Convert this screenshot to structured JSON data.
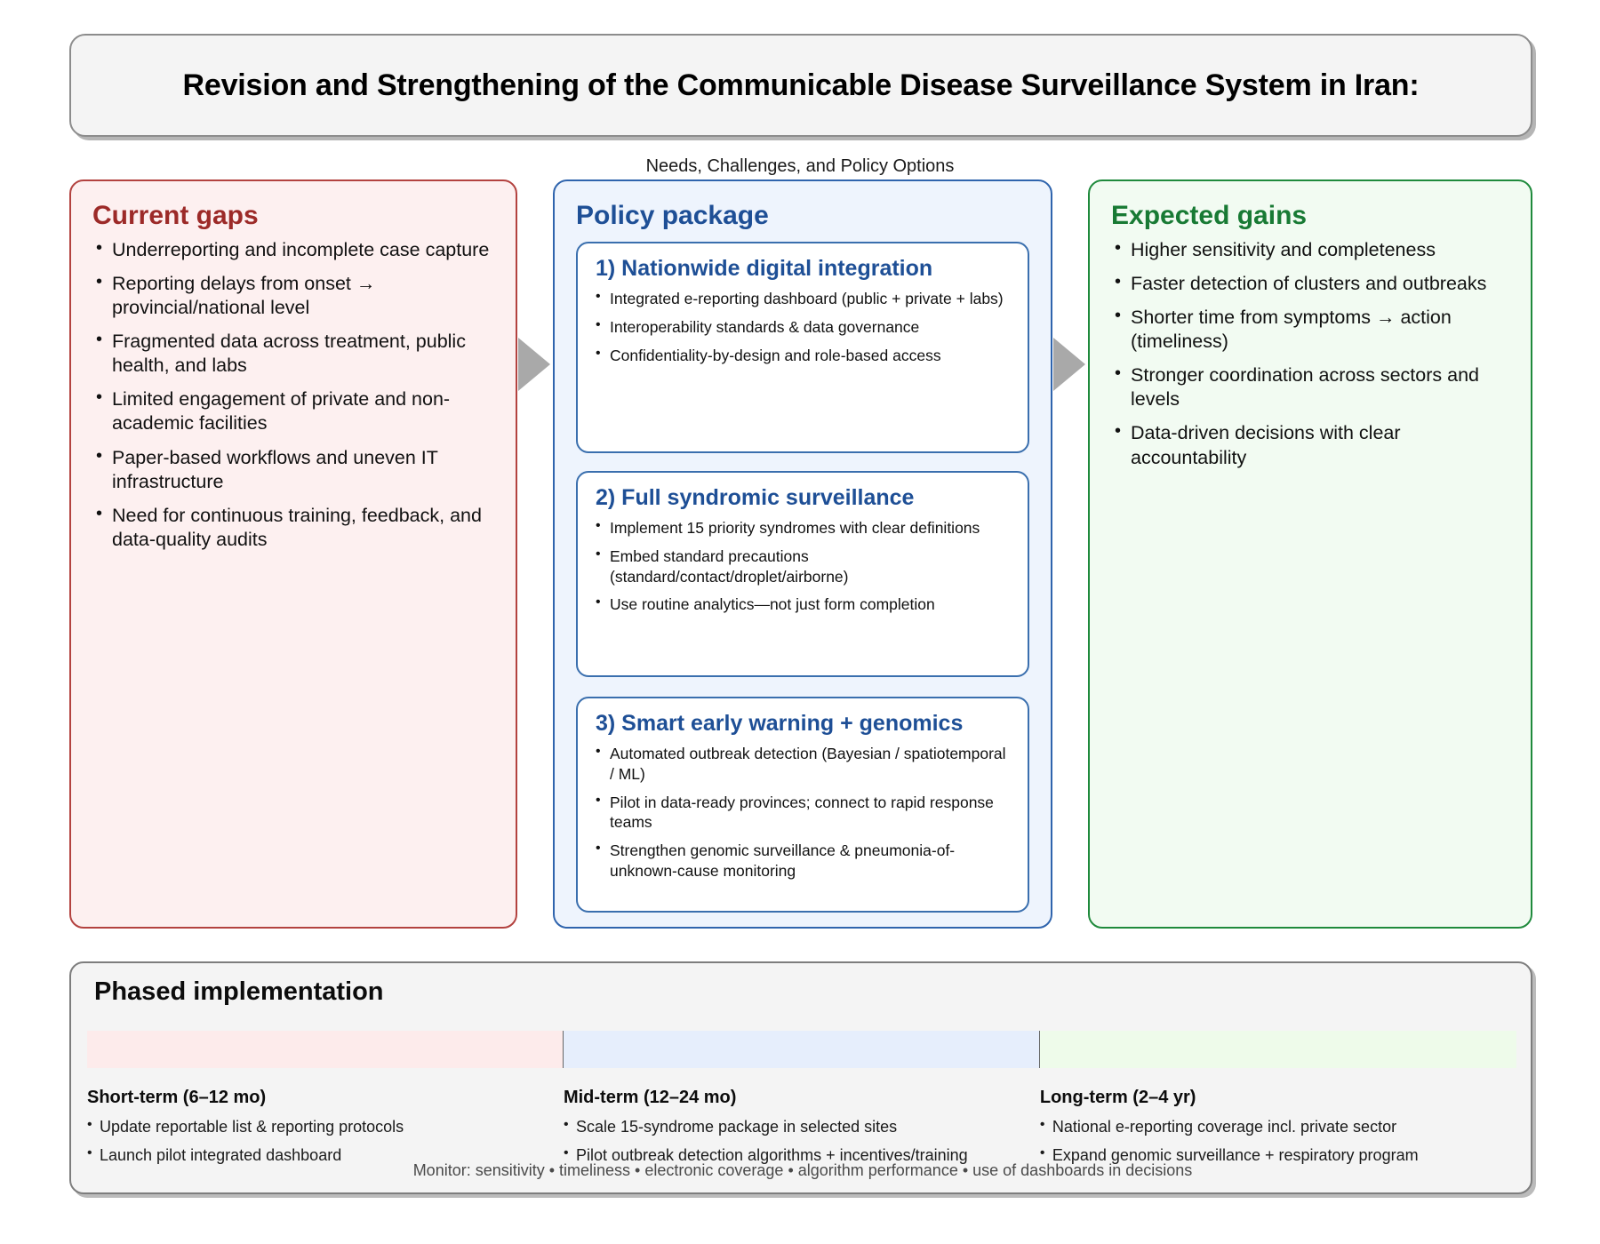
{
  "header": {
    "title": "Revision and Strengthening of the Communicable Disease Surveillance System in Iran:",
    "subtitle": "Needs, Challenges, and Policy Options"
  },
  "colors": {
    "gaps_accent": "#9c2a28",
    "policy_accent": "#1e4f96",
    "gains_accent": "#187a34",
    "arrow": "#a9a9a9"
  },
  "columns": {
    "gaps": {
      "title": "Current gaps",
      "items": [
        "Underreporting and incomplete case capture",
        "Reporting delays from onset → provincial/national level",
        "Fragmented data across treatment, public health, and labs",
        "Limited engagement of private and non-academic facilities",
        "Paper-based workflows and uneven IT infrastructure",
        "Need for continuous training, feedback, and data-quality audits"
      ]
    },
    "policy": {
      "title": "Policy package",
      "cards": [
        {
          "title": "1) Nationwide digital integration",
          "items": [
            "Integrated e-reporting dashboard (public + private + labs)",
            "Interoperability standards & data governance",
            "Confidentiality-by-design and role-based access"
          ]
        },
        {
          "title": "2) Full syndromic surveillance",
          "items": [
            "Implement 15 priority syndromes with clear definitions",
            "Embed standard precautions (standard/contact/droplet/airborne)",
            "Use routine analytics—not just form completion"
          ]
        },
        {
          "title": "3) Smart early warning + genomics",
          "items": [
            "Automated outbreak detection (Bayesian / spatiotemporal / ML)",
            "Pilot in data-ready provinces; connect to rapid response teams",
            "Strengthen genomic surveillance & pneumonia-of-unknown-cause monitoring"
          ]
        }
      ]
    },
    "gains": {
      "title": "Expected gains",
      "items": [
        "Higher sensitivity and completeness",
        "Faster detection of clusters and outbreaks",
        "Shorter time from symptoms → action (timeliness)",
        "Stronger coordination across sectors and levels",
        "Data-driven decisions with clear accountability"
      ]
    }
  },
  "phased": {
    "title": "Phased implementation",
    "phases": [
      {
        "label": "Short-term (6–12 mo)",
        "items": [
          "Update reportable list & reporting protocols",
          "Launch pilot integrated dashboard"
        ]
      },
      {
        "label": "Mid-term (12–24 mo)",
        "items": [
          "Scale 15-syndrome package in selected sites",
          "Pilot outbreak detection algorithms + incentives/training"
        ]
      },
      {
        "label": "Long-term (2–4 yr)",
        "items": [
          "National e-reporting coverage incl. private sector",
          "Expand genomic surveillance + respiratory program"
        ]
      }
    ],
    "monitor_note": "Monitor: sensitivity • timeliness • electronic coverage • algorithm performance • use of dashboards in decisions"
  }
}
